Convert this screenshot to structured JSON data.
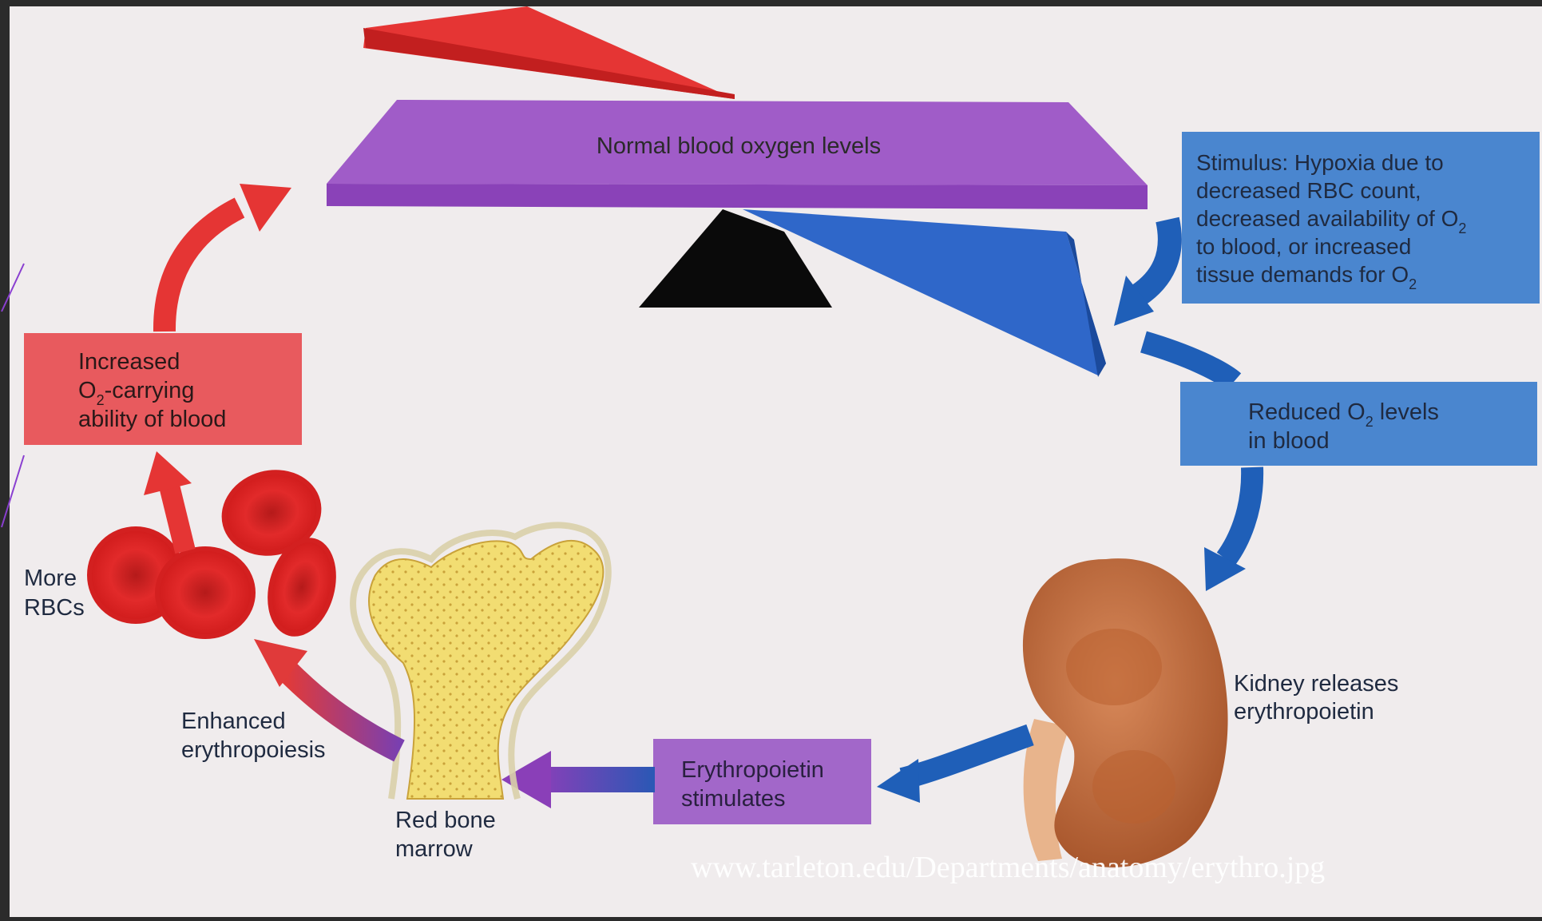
{
  "balance": {
    "beam_label": "Normal blood oxygen levels"
  },
  "stimulus": {
    "line1": "Stimulus: Hypoxia due to",
    "line2": "decreased RBC count,",
    "line3": "decreased availability of  O",
    "line3_sub": "2",
    "line4": "to blood, or increased",
    "line5": "tissue demands for O",
    "line5_sub": "2"
  },
  "reduced": {
    "line1": "Reduced O",
    "line1_sub": "2",
    "line1_rest": " levels",
    "line2": "in blood"
  },
  "kidney": {
    "line1": "Kidney releases",
    "line2": "erythropoietin"
  },
  "epo": {
    "line1": "Erythropoietin",
    "line2": "stimulates"
  },
  "marrow": {
    "line1": "Red bone",
    "line2": "marrow"
  },
  "erythropoiesis": {
    "line1": "Enhanced",
    "line2": "erythropoiesis"
  },
  "rbcs": {
    "line1": "More",
    "line2": "RBCs"
  },
  "increased": {
    "line1": "Increased",
    "line2a": "O",
    "line2_sub": "2",
    "line2b": "-carrying",
    "line3": "ability of blood"
  },
  "watermark": "www.tarleton.edu/Departments/anatomy/erythro.jpg",
  "colors": {
    "background": "#f0eced",
    "beam": "#a05cc8",
    "red": "#e53534",
    "blue": "#1f5fb8",
    "box_blue": "#4a86cf",
    "box_red": "#e85a5e",
    "purple_box": "#a267c9",
    "kidney": "#c56b3c",
    "bone": "#f2dd72"
  }
}
